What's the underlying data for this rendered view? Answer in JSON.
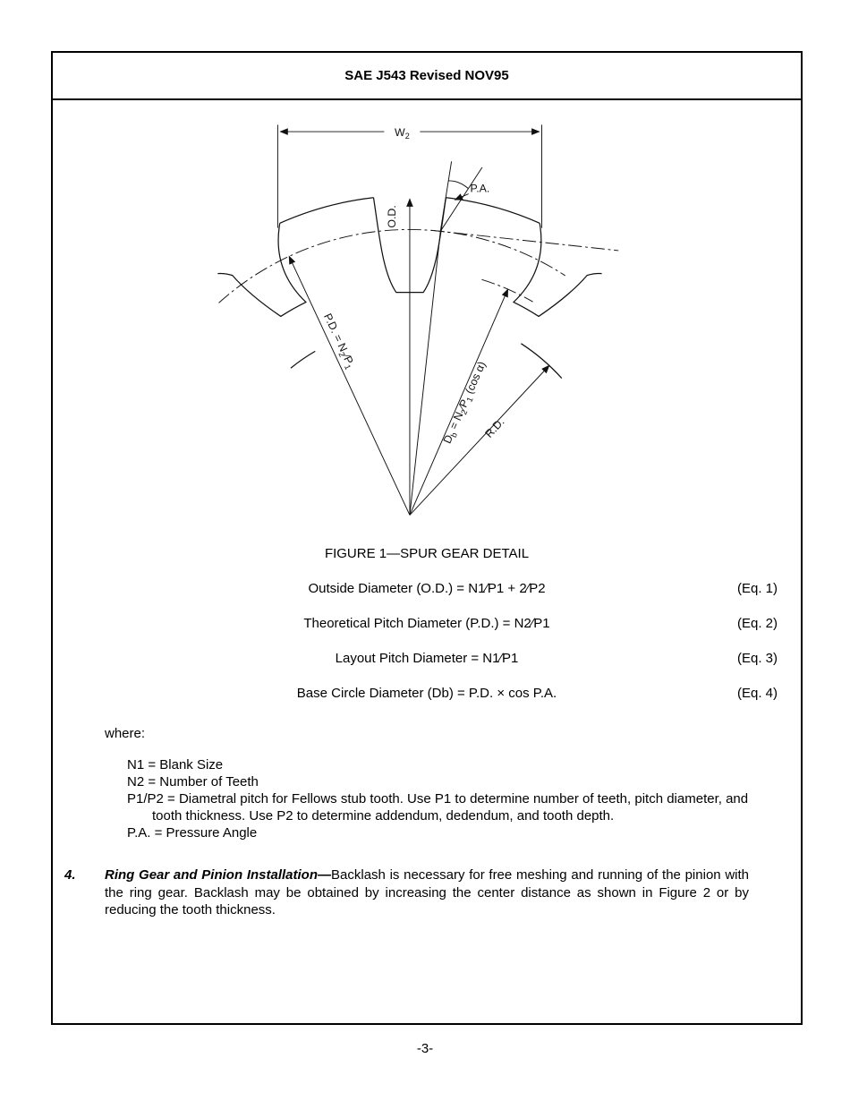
{
  "page": {
    "header_title": "SAE J543 Revised NOV95",
    "footer_page_number": "-3-"
  },
  "figure": {
    "caption": "FIGURE 1—SPUR GEAR DETAIL",
    "labels": {
      "w2": {
        "base": "W",
        "sub": "2"
      },
      "od": "O.D.",
      "pa": "P.A.",
      "pd": {
        "p1": "P.D. = N",
        "s1": "2",
        "p2": "∕P",
        "s2": "1"
      },
      "db": {
        "p1": "D",
        "s1": "b",
        "p2": " = N",
        "s2": "2",
        "p3": "∕P",
        "s3": "1",
        "p4": " (cos α)"
      },
      "rd": "R.D."
    }
  },
  "equations": [
    {
      "text": "Outside Diameter (O.D.)  =  N1∕P1 + 2∕P2",
      "tag": "(Eq. 1)"
    },
    {
      "text": "Theoretical Pitch Diameter (P.D.)  =  N2∕P1",
      "tag": "(Eq. 2)"
    },
    {
      "text": "Layout Pitch Diameter  =  N1∕P1",
      "tag": "(Eq. 3)"
    },
    {
      "text": "Base Circle Diameter (Db)  =  P.D. × cos P.A.",
      "tag": "(Eq. 4)"
    }
  ],
  "where_label": "where:",
  "definitions": [
    "N1 = Blank Size",
    "N2 = Number of Teeth",
    "P1/P2 = Diametral pitch for Fellows stub tooth.  Use P1 to determine number of teeth, pitch diameter, and tooth thickness.  Use P2 to determine addendum, dedendum, and tooth depth.",
    "P.A. = Pressure Angle"
  ],
  "section4": {
    "number": "4.",
    "heading": "Ring Gear and Pinion Installation—",
    "body": "Backlash is necessary for free meshing and running of the pinion with the ring gear.  Backlash may be obtained by increasing the center distance as shown in Figure 2 or by reducing the tooth thickness."
  }
}
